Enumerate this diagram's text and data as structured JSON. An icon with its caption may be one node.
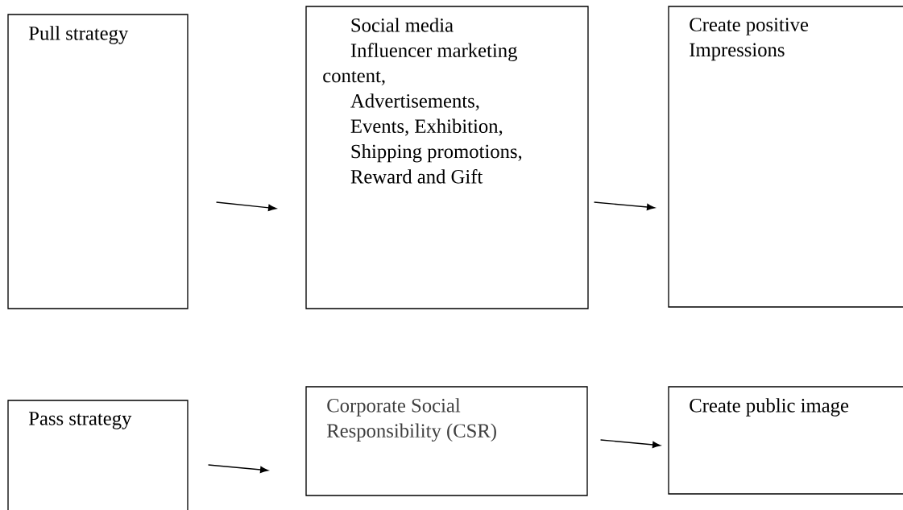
{
  "diagram": {
    "nodes": [
      {
        "text": [
          "Pull strategy"
        ]
      },
      {
        "text": [
          "Social media",
          "Influencer marketing content,",
          "Advertisements,",
          "Events, Exhibition,",
          "Shipping promotions,",
          "Reward and Gift"
        ]
      },
      {
        "text": [
          "Create positive Impressions"
        ]
      },
      {
        "text": [
          "Pass strategy"
        ]
      },
      {
        "text": [
          "Corporate Social Responsibility (CSR)"
        ]
      },
      {
        "text": [
          "Create public image"
        ]
      }
    ],
    "edges": [
      {
        "from": 0,
        "to": 1,
        "arrow": "to"
      },
      {
        "from": 1,
        "to": 2,
        "arrow": "to"
      },
      {
        "from": 3,
        "to": 4,
        "arrow": "to"
      },
      {
        "from": 4,
        "to": 5,
        "arrow": "to"
      }
    ]
  }
}
